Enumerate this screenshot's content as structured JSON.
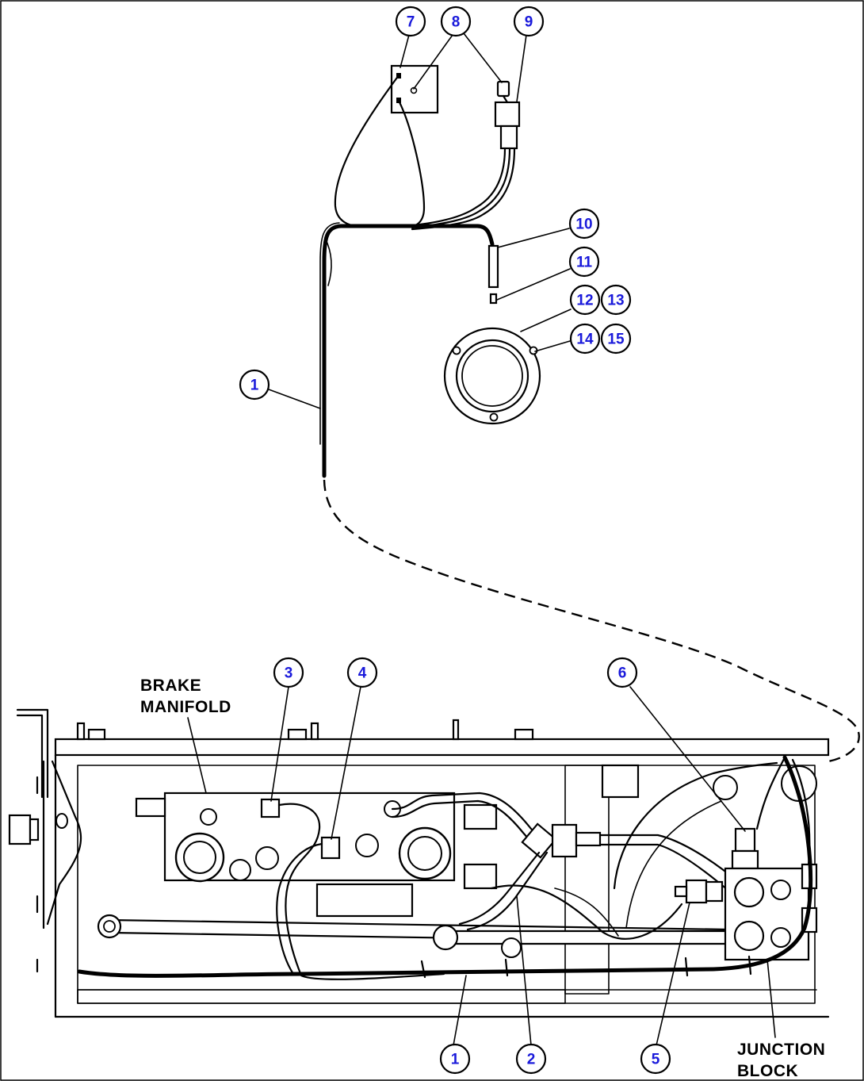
{
  "callouts": {
    "c1_top": "1",
    "c1_bottom": "1",
    "c2": "2",
    "c3": "3",
    "c4": "4",
    "c5": "5",
    "c6": "6",
    "c7": "7",
    "c8": "8",
    "c9": "9",
    "c10": "10",
    "c11": "11",
    "c12": "12",
    "c13": "13",
    "c14": "14",
    "c15": "15"
  },
  "labels": {
    "brake_manifold_line1": "BRAKE",
    "brake_manifold_line2": "MANIFOLD",
    "junction_block_line1": "JUNCTION",
    "junction_block_line2": "BLOCK"
  },
  "colors": {
    "callout_text": "#1a1adb",
    "line": "#000000",
    "background": "#ffffff"
  }
}
